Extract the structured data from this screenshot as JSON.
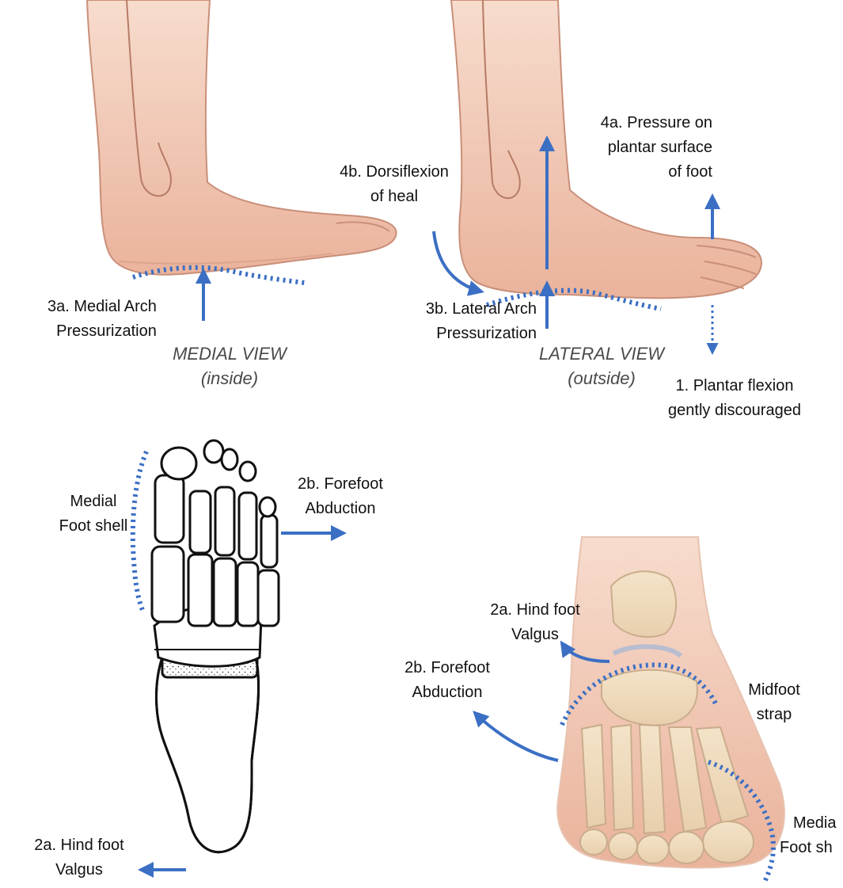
{
  "colors": {
    "arrow": "#3b6fc4",
    "skin": "#f2c9b4",
    "skin_shade": "#e3a68d",
    "bone": "#efdcc0",
    "bone_line": "#c9ad8c",
    "sketch": "#111111"
  },
  "labels": {
    "medial_arch": [
      "3a. Medial Arch",
      "Pressurization"
    ],
    "medial_view": [
      "MEDIAL VIEW",
      "(inside)"
    ],
    "dorsiflexion": [
      "4b. Dorsiflexion",
      "of heal"
    ],
    "pressure_plantar": [
      "4a. Pressure on",
      "plantar surface",
      "of foot"
    ],
    "lateral_arch": [
      "3b. Lateral Arch",
      "Pressurization"
    ],
    "lateral_view": [
      "LATERAL VIEW",
      "(outside)"
    ],
    "plantar_flexion": [
      "1. Plantar flexion",
      "gently discouraged"
    ],
    "medial_foot_shell_left": [
      "Medial",
      "Foot shell"
    ],
    "forefoot_abduction_top": [
      "2b. Forefoot",
      "Abduction"
    ],
    "hind_valgus_left": [
      "2a. Hind foot",
      "Valgus"
    ],
    "hind_valgus_right": [
      "2a. Hind foot",
      "Valgus"
    ],
    "forefoot_abduction_right": [
      "2b. Forefoot",
      "Abduction"
    ],
    "midfoot_strap": [
      "Midfoot",
      "strap"
    ],
    "medial_foot_shell_right": [
      "Media",
      "Foot sh"
    ]
  }
}
